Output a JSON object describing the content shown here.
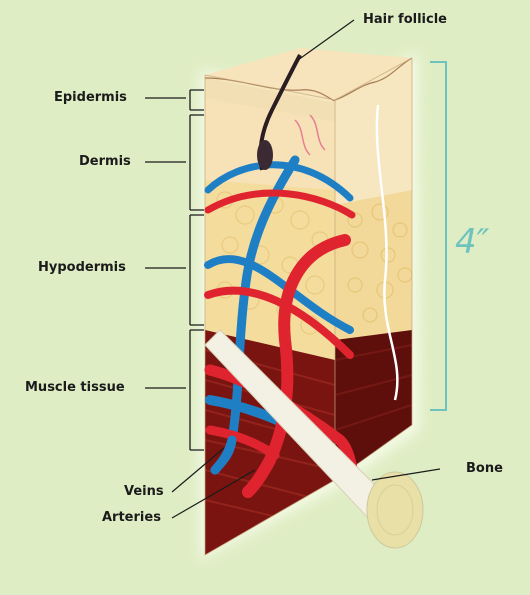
{
  "colors": {
    "background": "#dfedc4",
    "artery": "#e0242f",
    "vein": "#1f7fc4",
    "dimension": "#6fc3be"
  },
  "labels": {
    "hair_follicle": "Hair follicle",
    "epidermis": "Epidermis",
    "dermis": "Dermis",
    "hypodermis": "Hypodermis",
    "muscle_tissue": "Muscle tissue",
    "veins": "Veins",
    "arteries": "Arteries",
    "bone": "Bone"
  },
  "dimension": "4″"
}
